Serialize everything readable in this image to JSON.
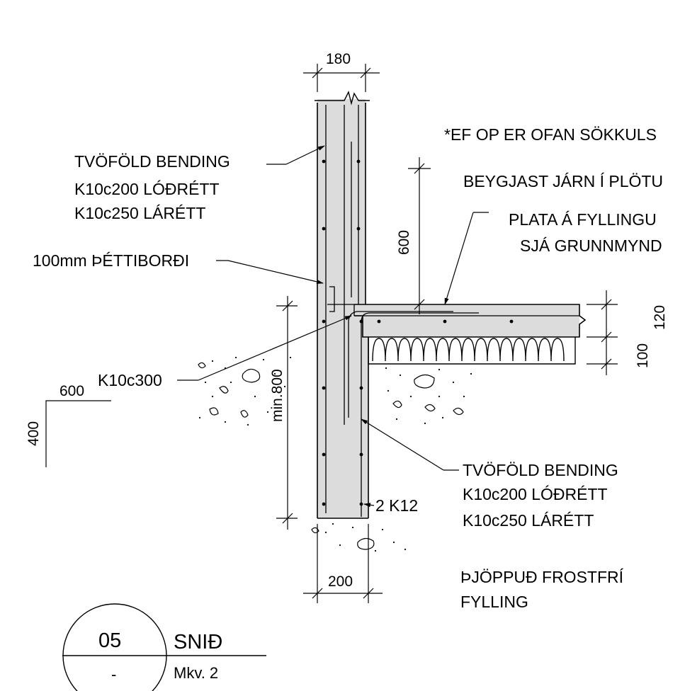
{
  "notes": {
    "wall_top_reinforcement": [
      "TVÖFÖLD BENDING",
      "K10c200 LÓÐRÉTT",
      "K10c250 LÁRÉTT"
    ],
    "wall_bottom_reinforcement": [
      "TVÖFÖLD BENDING",
      "K10c200 LÓÐRÉTT",
      "K10c250 LÁRÉTT"
    ],
    "water_stop": "100mm ÞÉTTIBORÐI",
    "corner_bar": "K10c300",
    "corner_bar_dims": {
      "horizontal": "600",
      "vertical": "400"
    },
    "opening_note": [
      "*EF OP ER OFAN SÖKKULS",
      "BEYGJAST JÁRN Í PLÖTU"
    ],
    "slab_note": [
      "PLATA Á FYLLINGU",
      "SJÁ GRUNNMYND"
    ],
    "fill_note": [
      "ÞJÖPPUÐ FROSTFRÍ",
      "FYLLING"
    ],
    "bottom_bars": "2 K12"
  },
  "dimensions": {
    "wall_thickness": "180",
    "footing_width": "200",
    "bar_anchor": "600",
    "slab_thickness": "120",
    "insulation_thickness": "100",
    "min_depth": "min.800"
  },
  "title_block": {
    "number": "05",
    "title": "SNIÐ",
    "sheet": "-",
    "scale": "Mkv. 2"
  }
}
